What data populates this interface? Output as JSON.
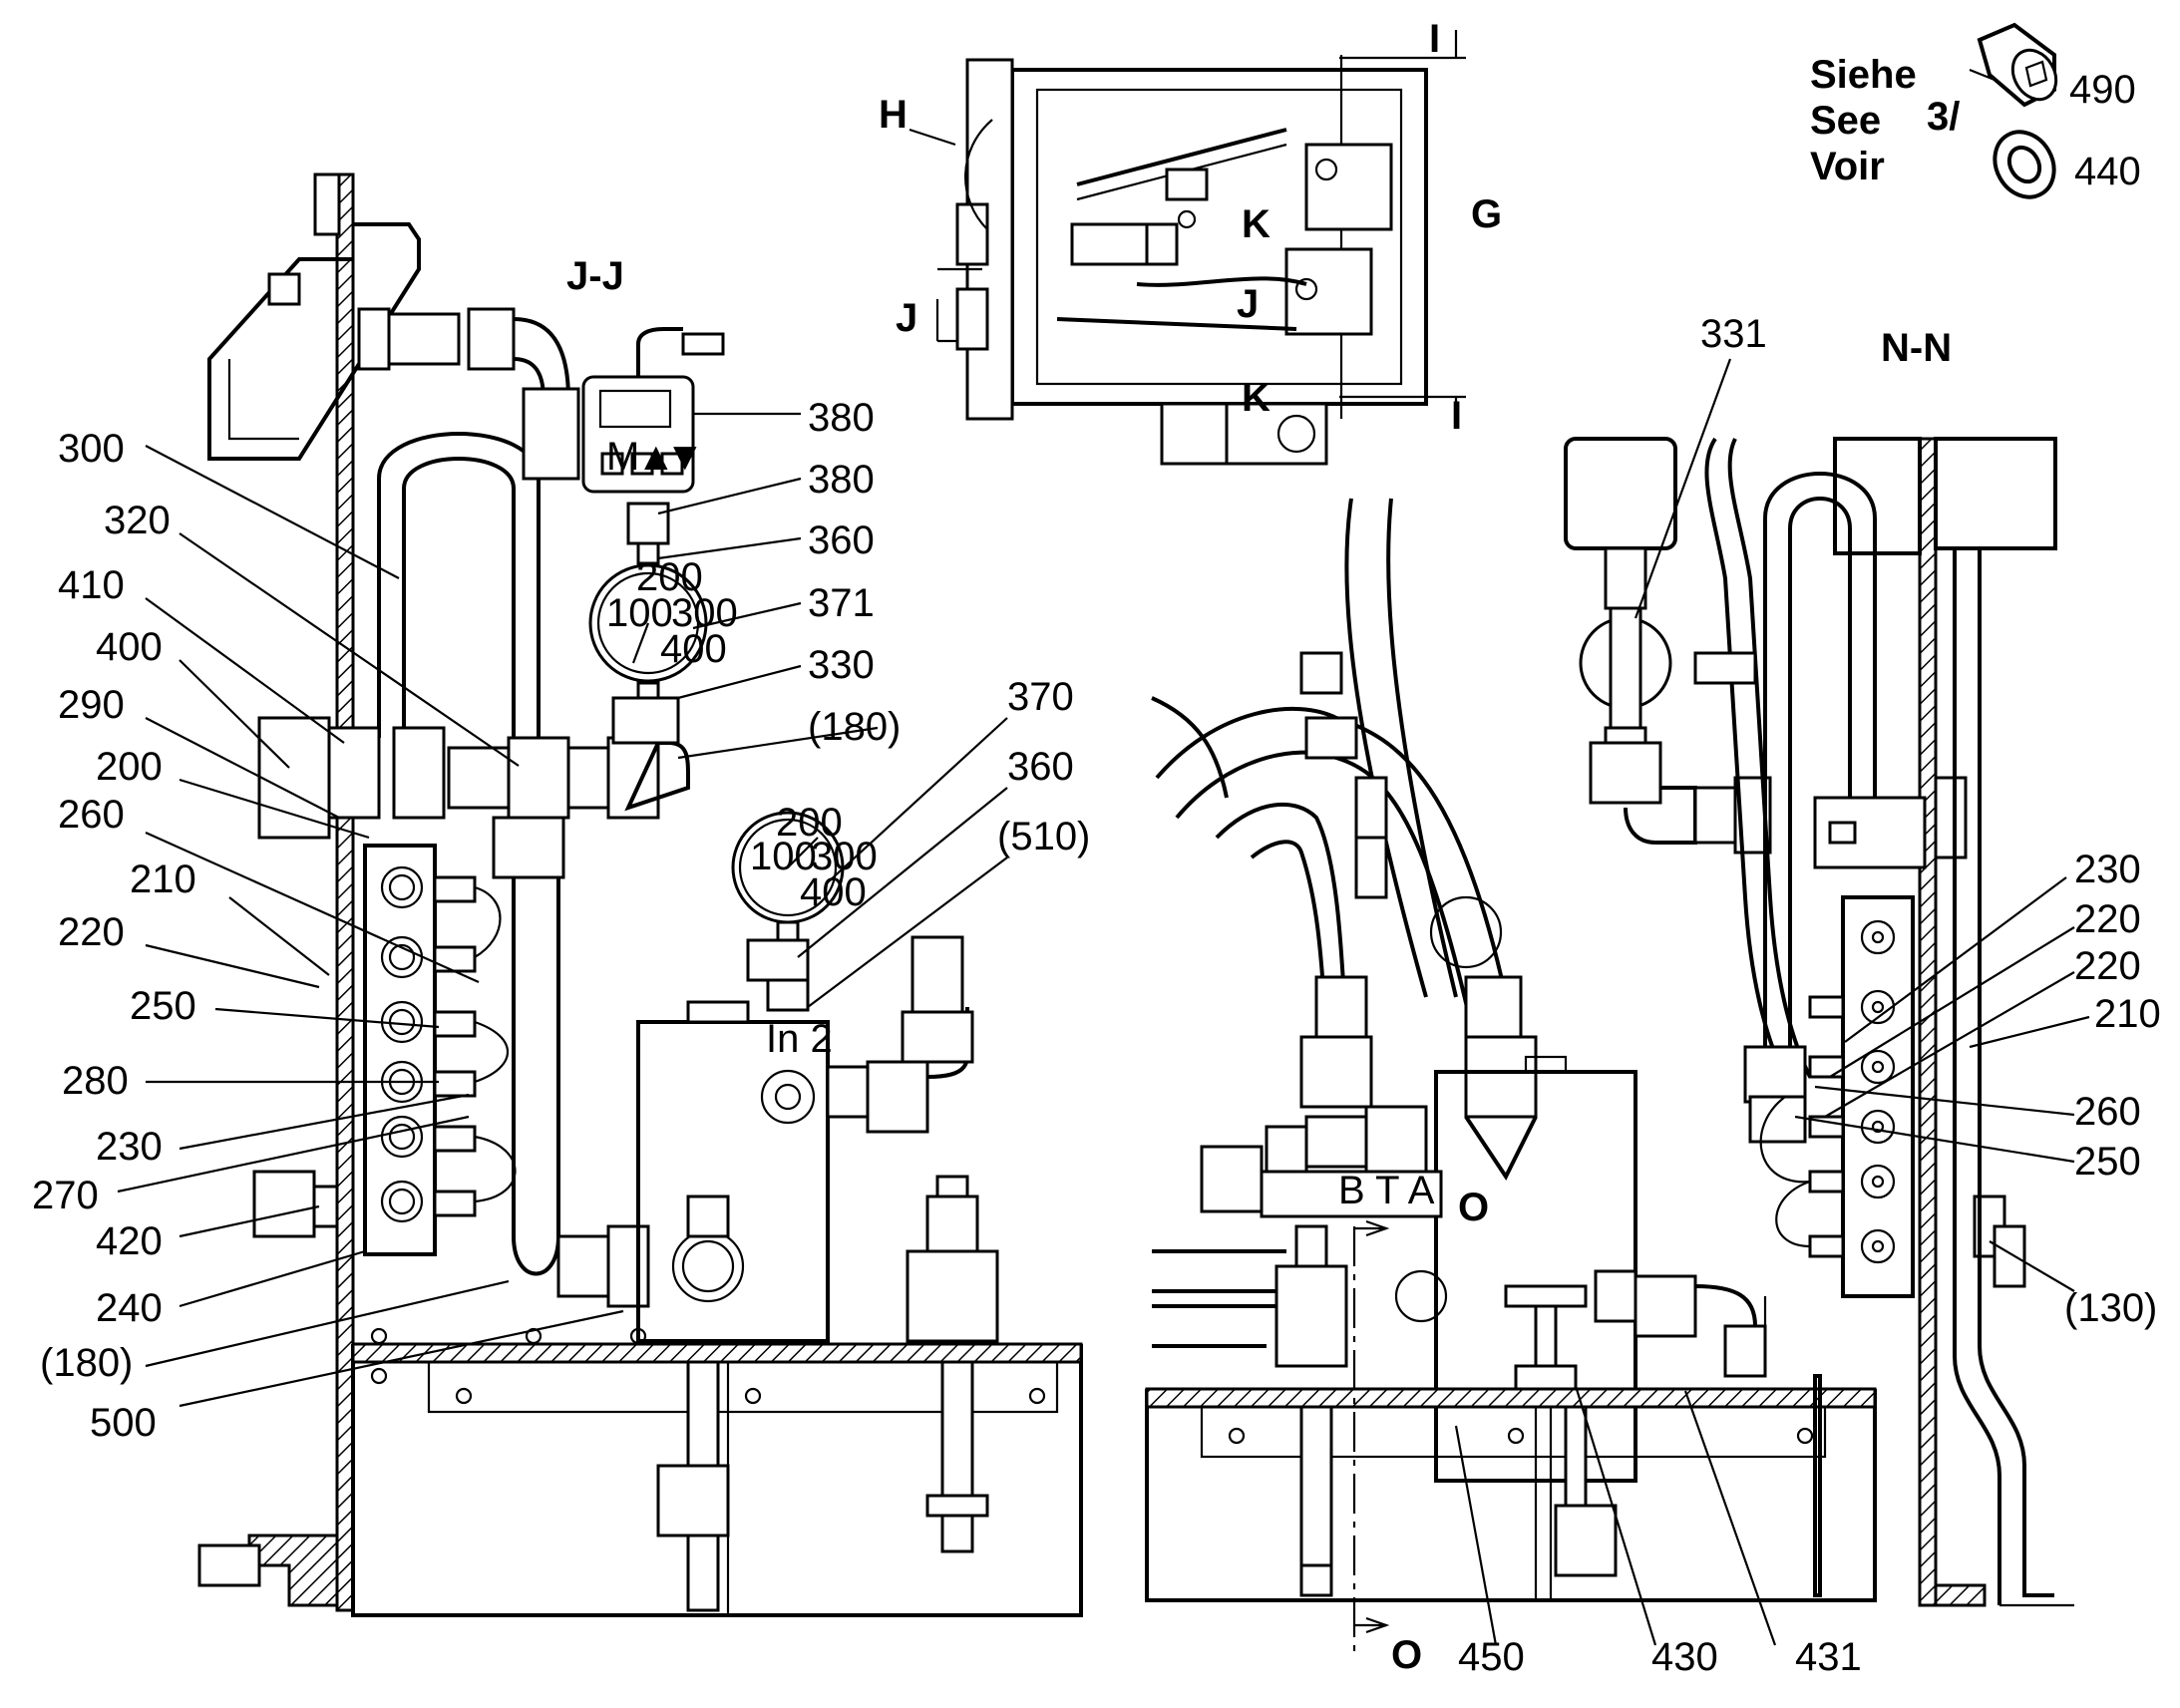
{
  "see_note": {
    "line1": "Siehe",
    "line2": "See",
    "line3": "Voir",
    "ref": "3/"
  },
  "section_labels": {
    "jj": "J-J",
    "nn": "N-N",
    "g": "G",
    "h": "H",
    "i_top": "I",
    "i_bottom": "I",
    "j": "J",
    "j_inner": "J",
    "k_top": "K",
    "k_bottom": "K",
    "o_top": "O",
    "o_bottom": "O"
  },
  "part_labels_left": [
    "300",
    "320",
    "410",
    "400",
    "290",
    "200",
    "260",
    "210",
    "220",
    "250",
    "280",
    "230",
    "270",
    "420",
    "240",
    "(180)",
    "500"
  ],
  "part_labels_center": [
    "380",
    "380",
    "360",
    "371",
    "330",
    "(180)",
    "370",
    "360",
    "(510)"
  ],
  "part_labels_right": [
    "331",
    "230",
    "220",
    "220",
    "210",
    "260",
    "250",
    "(130)"
  ],
  "part_labels_bottom": [
    "450",
    "430",
    "431"
  ],
  "part_labels_top_right": [
    "490",
    "440"
  ],
  "controller_buttons": [
    "M",
    "▲",
    "▼"
  ],
  "block_marking": "In 2",
  "valve_marking": "B T A",
  "gauge_scale_large": [
    "100",
    "200",
    "300",
    "400"
  ],
  "gauge_scale_small": [
    "100",
    "200",
    "300",
    "400"
  ]
}
